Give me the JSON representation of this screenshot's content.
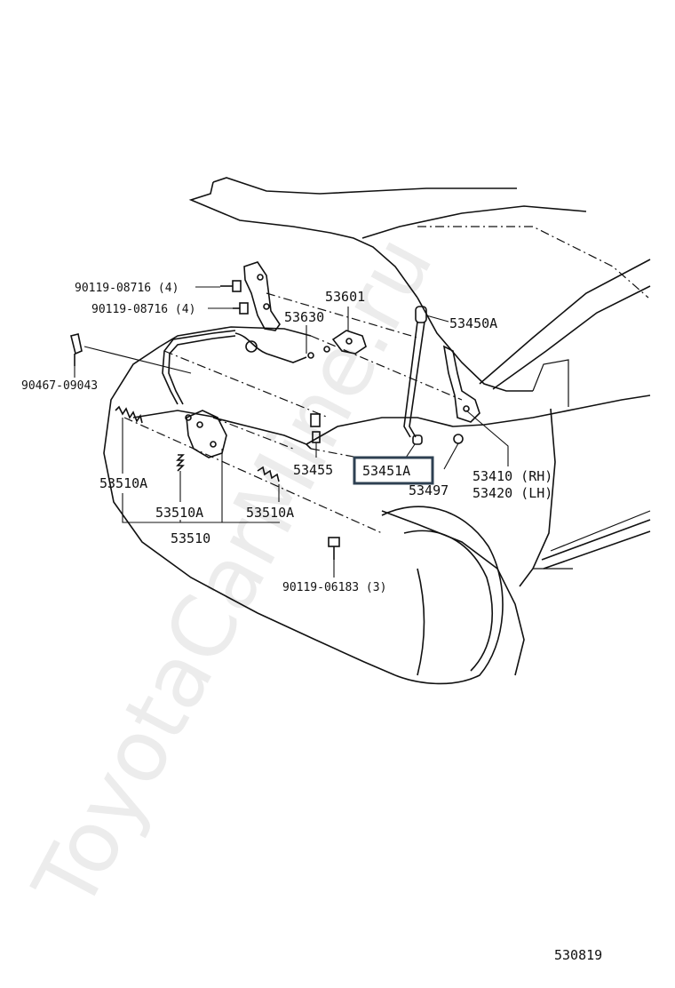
{
  "watermark": "ToyotaCarMine.ru",
  "figure_code": "530819",
  "highlighted_part": "53451A",
  "labels": {
    "p_90119_08716_a": "90119-08716 (4)",
    "p_90119_08716_b": "90119-08716 (4)",
    "p_90467_09043": "90467-09043",
    "p_53601": "53601",
    "p_53630": "53630",
    "p_53450A": "53450A",
    "p_53455": "53455",
    "p_53451A": "53451A",
    "p_53497": "53497",
    "p_53410": "53410 (RH)",
    "p_53420": "53420 (LH)",
    "p_53510A_left": "53510A",
    "p_53510A_mid": "53510A",
    "p_53510A_right": "53510A",
    "p_53510": "53510",
    "p_90119_06183": "90119-06183 (3)"
  }
}
